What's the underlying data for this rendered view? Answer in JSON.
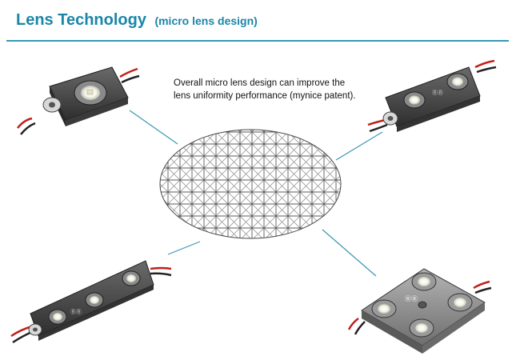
{
  "header": {
    "title": "Lens Technology",
    "subtitle": "(micro lens design)"
  },
  "description": {
    "line1": "Overall micro lens design can improve the",
    "line2": "lens uniformity performance (mynice patent)."
  },
  "module_marking": "ⓇⓇ",
  "colors": {
    "accent": "#1a86a8",
    "connector_line": "#3b97b3",
    "wire_red": "#c0201a",
    "module_body": "#4a4a4a"
  }
}
